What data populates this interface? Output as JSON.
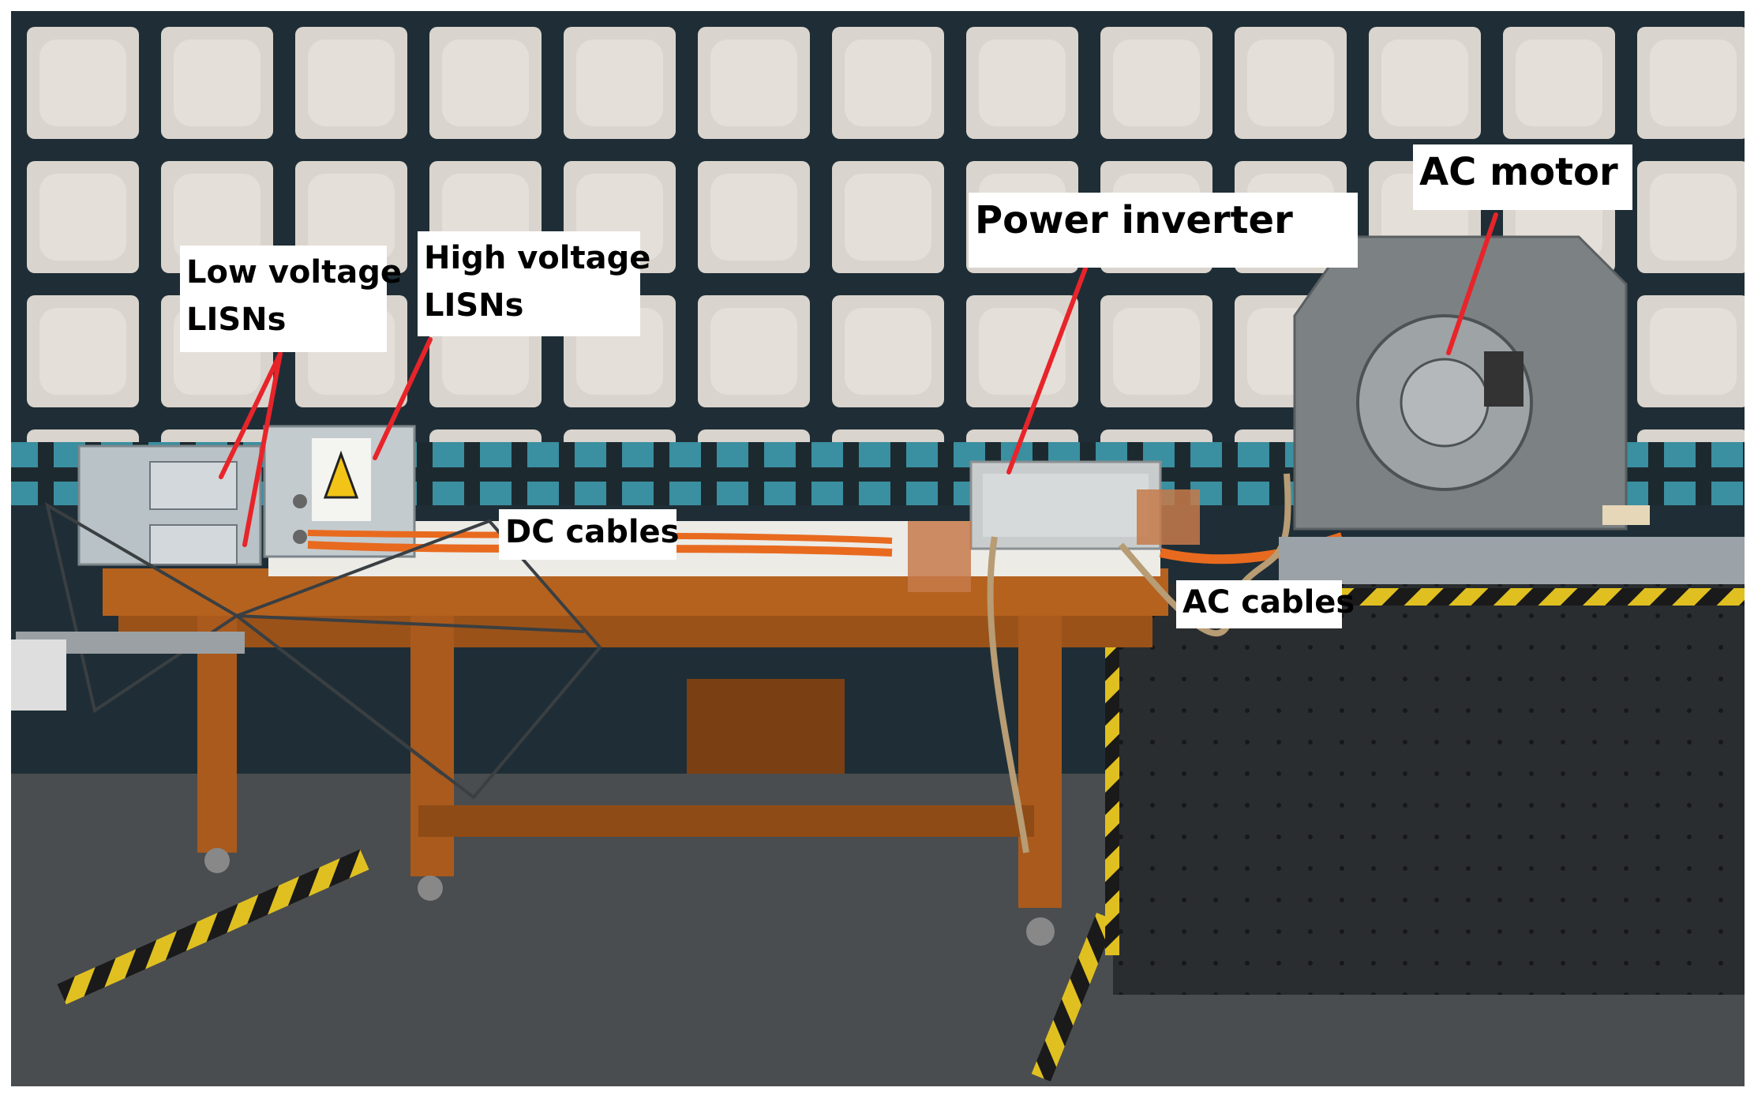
{
  "labels": {
    "low_voltage_lisns": [
      "Low voltage",
      "LISNs"
    ],
    "high_voltage_lisns": [
      "High voltage",
      "LISNs"
    ],
    "power_inverter": "Power inverter",
    "ac_motor": "AC motor",
    "dc_cables": "DC cables",
    "ac_cables": "AC cables"
  },
  "colors": {
    "label_background": "#ffffff",
    "label_text": "#000000",
    "leader_line": "#e8242a",
    "absorber_tile": "#d8d3cc",
    "chamber_grid": "#1f2e36",
    "blue_absorber": "#3a8fa0",
    "table_wood": "#b5621f",
    "floor": "#4a4d4f",
    "orange_cable": "#e86a1f"
  }
}
